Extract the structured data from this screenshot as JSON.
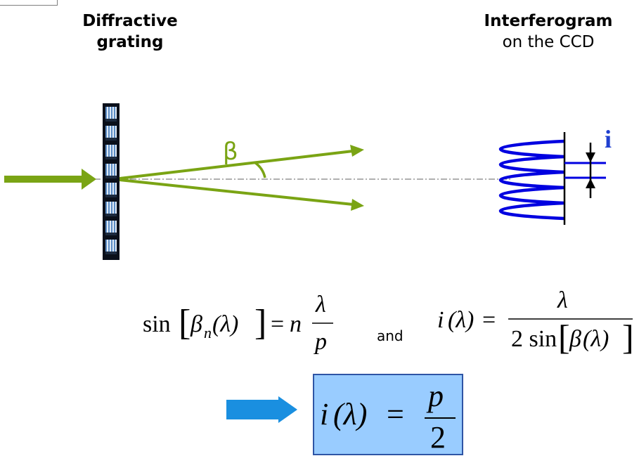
{
  "labels": {
    "grating_line1": "Diffractive",
    "grating_line2": "grating",
    "interferogram_line1": "Interferogram",
    "interferogram_line2": "on the CCD"
  },
  "diagram": {
    "angle_symbol": "β",
    "fringe_spacing_symbol": "i",
    "colors": {
      "beam": "#7aa414",
      "fringes": "#0000e0",
      "fringe_label": "#1f3fcf",
      "grating_frame": "#0a0f1a",
      "grating_slit": "#6f9fd0",
      "optical_axis": "#808080",
      "result_arrow": "#1a8fe0",
      "result_box_fill": "#99ccff",
      "result_box_border": "#2f55a5"
    }
  },
  "equations": {
    "eq1": {
      "sin": "sin",
      "beta": "β",
      "sub_n": "n",
      "lambda_arg": "(λ)",
      "equals": "=",
      "n": "n",
      "numerator": "λ",
      "denominator": "p"
    },
    "connector": "and",
    "eq2": {
      "i": "i",
      "lambda_arg": "(λ)",
      "equals": "=",
      "numerator": "λ",
      "denominator_prefix": "2 sin",
      "denominator_beta": "β",
      "denominator_arg": "(λ)"
    },
    "result": {
      "i": "i",
      "lambda_arg": "(λ)",
      "equals": "=",
      "numerator": "p",
      "denominator": "2"
    }
  }
}
